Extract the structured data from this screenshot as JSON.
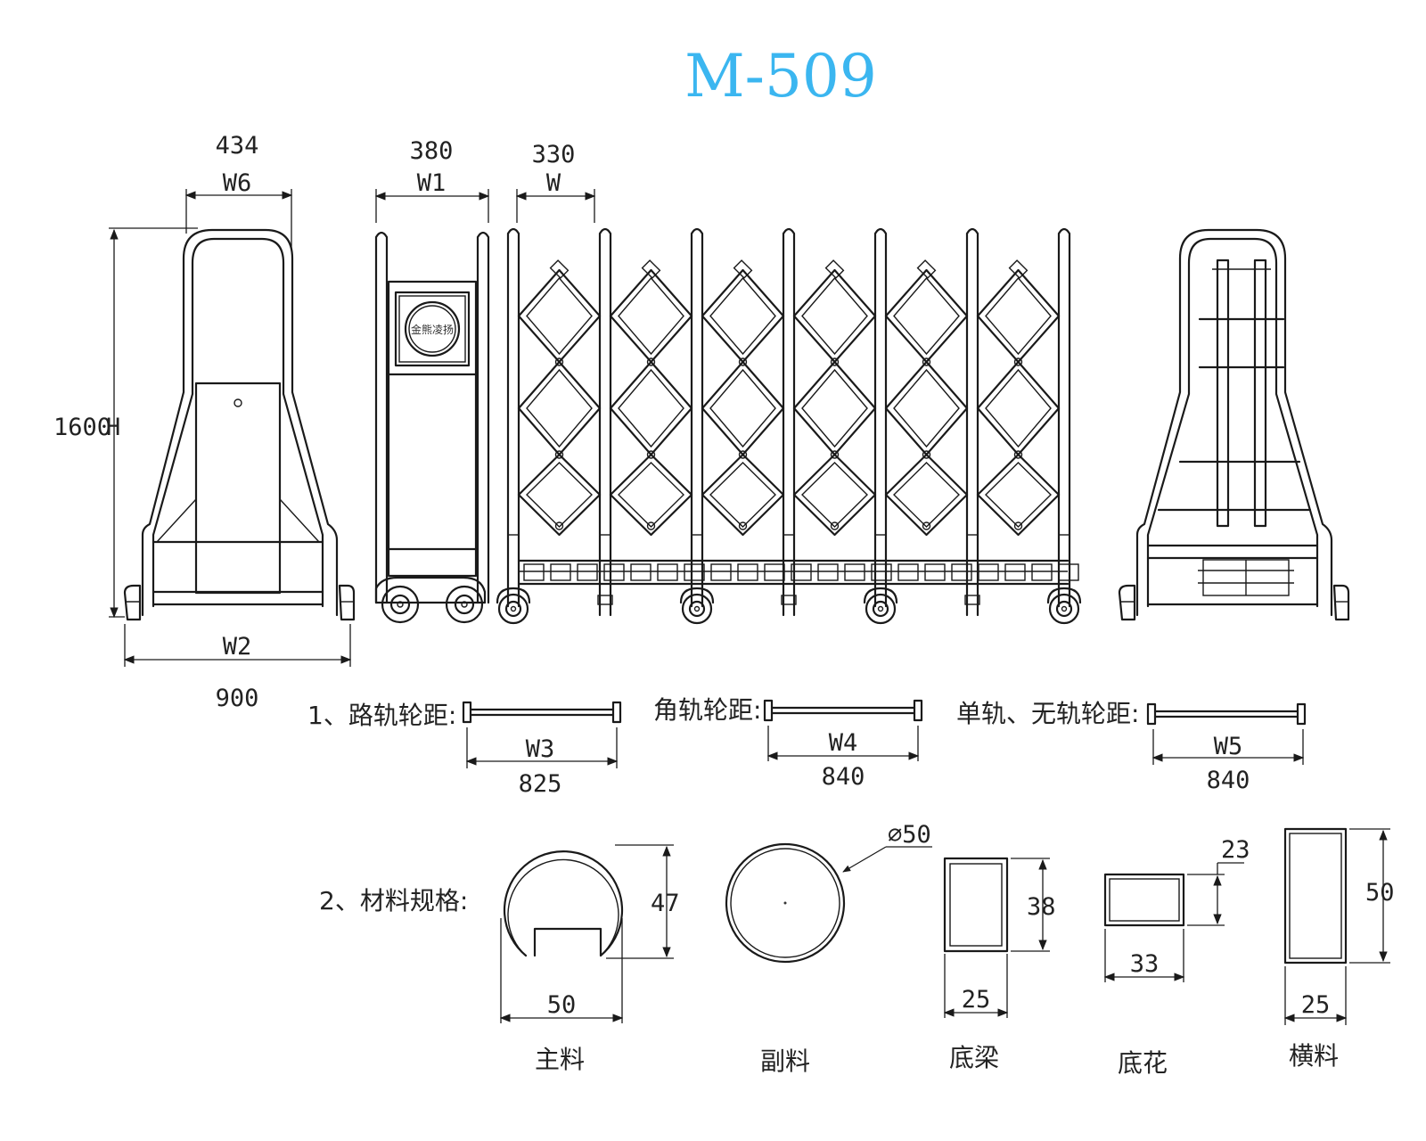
{
  "title": "M-509",
  "colors": {
    "title": "#3bb6f0",
    "line": "#1a1a1a"
  },
  "dimensions": {
    "w6_value": "434",
    "w6_label": "W6",
    "w1_value": "380",
    "w1_label": "W1",
    "w_value": "330",
    "w_label": "W",
    "h_value": "1600",
    "h_label": "H",
    "w2_label": "W2",
    "w2_value": "900"
  },
  "box_label": "金熊凌扬",
  "wheelbase": {
    "road_label": "1、路轨轮距:",
    "road_code": "W3",
    "road_value": "825",
    "angle_label": "角轨轮距:",
    "angle_code": "W4",
    "angle_value": "840",
    "single_label": "单轨、无轨轮距:",
    "single_code": "W5",
    "single_value": "840"
  },
  "materials": {
    "heading": "2、材料规格:",
    "main": {
      "name": "主料",
      "width": "50",
      "height": "47"
    },
    "sub": {
      "name": "副料",
      "diameter": "⌀50"
    },
    "beam": {
      "name": "底梁",
      "width": "25",
      "height": "38"
    },
    "pattern": {
      "name": "底花",
      "width": "33",
      "height": "23"
    },
    "cross": {
      "name": "横料",
      "width": "25",
      "height": "50"
    }
  }
}
